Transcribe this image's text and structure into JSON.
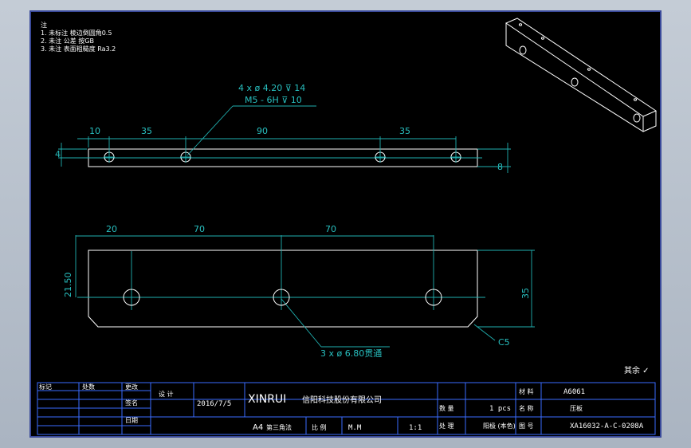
{
  "notes": {
    "title": "注",
    "lines": [
      "1. 未标注 棱边倒圆角0.5",
      "2. 未注 公差 按GB",
      "3. 未注 表面粗糙度 Ra3.2"
    ]
  },
  "top_view": {
    "dims": {
      "d1": "10",
      "d2": "35",
      "d3": "90",
      "d4": "35",
      "h_left": "4",
      "h_right": "8"
    },
    "hole_callout_1": "4 x ø  4.20 ⊽ 14",
    "hole_callout_2": "M5 - 6H ⊽ 10"
  },
  "front_view": {
    "dims": {
      "d1": "20",
      "d2": "70",
      "d3": "70",
      "h_left": "21.50",
      "h_right": "35"
    },
    "hole_callout": "3 x ø  6.80贯通",
    "chamfer": "C5"
  },
  "roughness_note": "其余 ✓",
  "title_block": {
    "date": "2016/7/5",
    "designer_label": "设 计",
    "company_en": "XINRUI",
    "company_cn": "信阳科技股份有限公司",
    "paper_size": "A4",
    "sheet": "第三角法",
    "scale_label": "比 例",
    "unit": "M.M",
    "scale": "1:1",
    "material_label": "材 料",
    "material": "A6061",
    "qty_label": "数 量",
    "qty": "1  pcs",
    "finish_label": "处 理",
    "finish": "阳极 (本色)",
    "name_label": "名 称",
    "part_name": "压板",
    "drawing_no_label": "图 号",
    "drawing_no": "XA16032-A-C-0208A",
    "rev_headers": [
      "标记",
      "处数",
      "更改",
      "签名",
      "日期"
    ]
  }
}
